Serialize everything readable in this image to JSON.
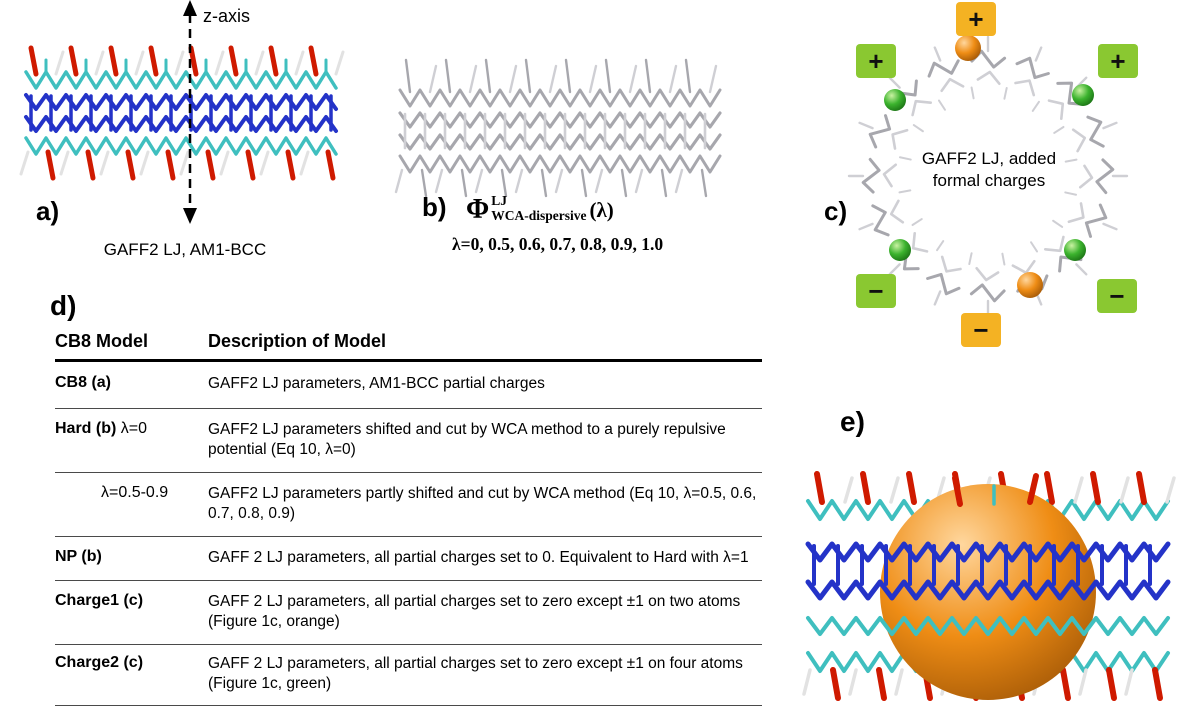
{
  "colors": {
    "molecule_blue": "#2433c8",
    "molecule_cyan": "#3fbfbf",
    "molecule_red": "#cf1a00",
    "molecule_white": "#e2e2e2",
    "molecule_gray": "#a7a7ad",
    "molecule_gray_light": "#cfcfd4",
    "badge_orange": "#f4b223",
    "badge_green": "#8ac831",
    "sphere_orange": "#ef8d15",
    "sphere_green": "#3cb32e"
  },
  "panels": {
    "a": {
      "label": "a)",
      "axis_label": "z-axis",
      "caption": "GAFF2 LJ, AM1-BCC"
    },
    "b": {
      "label": "b)",
      "formula": {
        "phi": "Φ",
        "sup": "LJ",
        "sub": "WCA-dispersive",
        "arg": "(λ)"
      },
      "lambda_values": "λ=0, 0.5, 0.6, 0.7, 0.8, 0.9, 1.0"
    },
    "c": {
      "label": "c)",
      "center_text_line1": "GAFF2 LJ, added",
      "center_text_line2": "formal charges",
      "badges": [
        {
          "sign": "+",
          "color": "orange",
          "position": "top"
        },
        {
          "sign": "+",
          "color": "green",
          "position": "upper-left"
        },
        {
          "sign": "+",
          "color": "green",
          "position": "upper-right"
        },
        {
          "sign": "−",
          "color": "green",
          "position": "lower-left"
        },
        {
          "sign": "−",
          "color": "green",
          "position": "lower-right"
        },
        {
          "sign": "−",
          "color": "orange",
          "position": "bottom"
        }
      ]
    },
    "d": {
      "label": "d)",
      "table": {
        "headers": [
          "CB8 Model",
          "Description of Model"
        ],
        "rows": [
          {
            "model_bold": "CB8 (a)",
            "model_rest": "",
            "desc": "GAFF2 LJ parameters, AM1-BCC partial charges"
          },
          {
            "model_bold": "Hard  (b)",
            "model_rest": " λ=0",
            "desc": "GAFF2 LJ parameters shifted and cut by WCA method to a purely repulsive potential (Eq 10, λ=0)"
          },
          {
            "model_bold": "",
            "model_rest": "λ=0.5-0.9",
            "desc": "GAFF2 LJ parameters partly shifted and cut by WCA method (Eq 10, λ=0.5, 0.6, 0.7, 0.8, 0.9)"
          },
          {
            "model_bold": "NP (b)",
            "model_rest": "",
            "desc": "GAFF 2 LJ parameters, all partial charges set to 0. Equivalent to Hard with λ=1"
          },
          {
            "model_bold": "Charge1 (c)",
            "model_rest": "",
            "desc": "GAFF 2 LJ parameters, all partial charges set to zero except ±1 on two atoms (Figure 1c, orange)"
          },
          {
            "model_bold": "Charge2 (c)",
            "model_rest": "",
            "desc": "GAFF 2 LJ parameters, all partial charges set to zero except ±1 on four atoms (Figure 1c, green)"
          }
        ]
      }
    },
    "e": {
      "label": "e)"
    }
  }
}
